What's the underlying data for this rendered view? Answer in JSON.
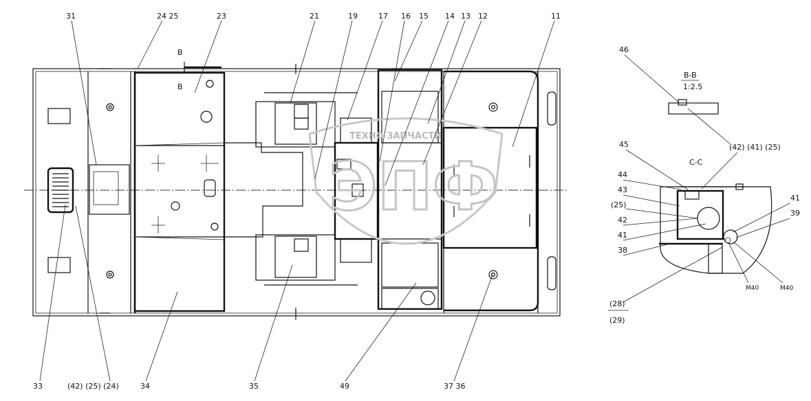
{
  "callouts_top": [
    "31",
    "24 25",
    "23",
    "21",
    "19",
    "17",
    "16",
    "15",
    "14",
    "13",
    "12",
    "11"
  ],
  "callouts_bottom": [
    "33",
    "(42) (25) (24)",
    "34",
    "35",
    "49",
    "37 36"
  ],
  "section_b_mark": "B",
  "section_bb": {
    "callout": "46",
    "title": "B-B",
    "scale": "1:2.5"
  },
  "section_cc": {
    "title": "C-C",
    "callout_refs": "(42) (41) (25)",
    "left_labels": [
      "45",
      "44",
      "43",
      "(25)",
      "42",
      "41",
      "38"
    ],
    "right_labels": [
      "41",
      "39"
    ],
    "bottom_labels": [
      "(28)",
      "(29)"
    ],
    "small_notes": [
      "M40",
      "M40"
    ]
  },
  "watermark": {
    "line1": "ТЕХНО ЗАПЧАСТИ",
    "big": "ЭПФ"
  }
}
